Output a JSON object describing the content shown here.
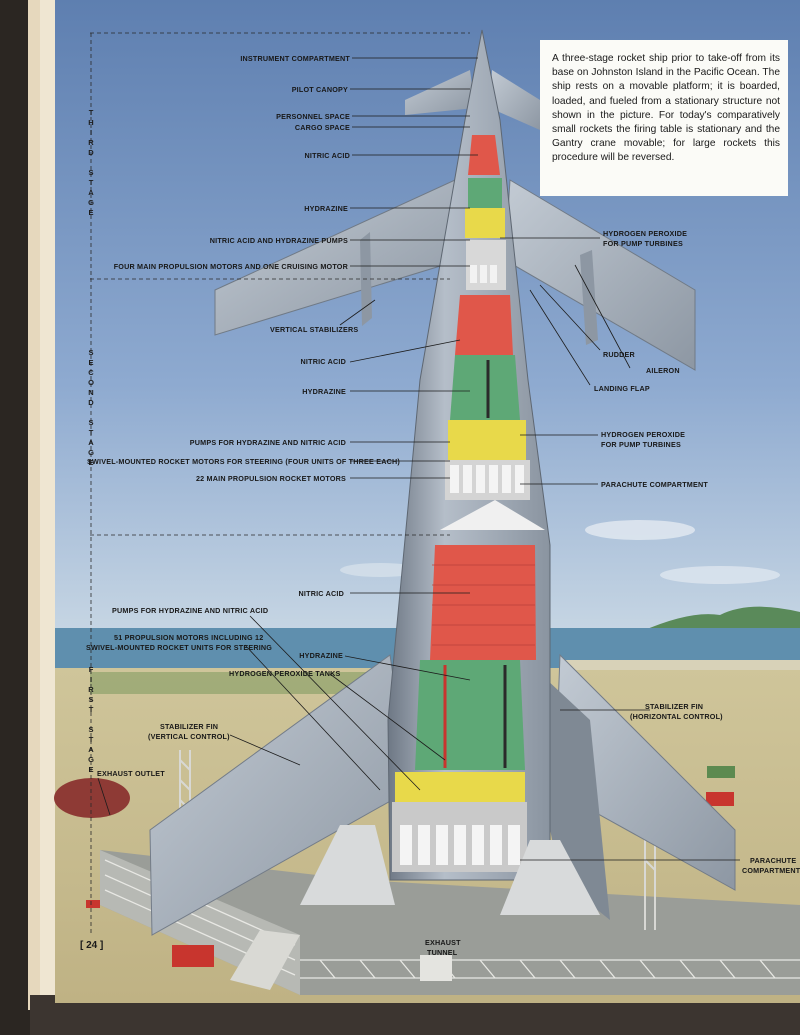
{
  "caption": "A three-stage rocket ship prior to take-off from its base on Johnston Island in the Pacific Ocean. The ship rests on a movable platform; it is boarded, loaded, and fueled from a stationary structure not shown in the picture. For today's comparatively small rockets the firing table is stationary and the Gantry crane movable; for large rockets this procedure will be reversed.",
  "page_number": "[ 24 ]",
  "stages": {
    "third": "THIRD STAGE",
    "second": "SECOND STAGE",
    "first": "FIRST STAGE"
  },
  "labels": {
    "instrument_compartment": "INSTRUMENT COMPARTMENT",
    "pilot_canopy": "PILOT CANOPY",
    "personnel_space": "PERSONNEL SPACE",
    "cargo_space": "CARGO SPACE",
    "nitric_acid_3": "NITRIC ACID",
    "hydrazine_3": "HYDRAZINE",
    "pumps_3": "NITRIC ACID AND HYDRAZINE PUMPS",
    "main_motors_3": "FOUR MAIN PROPULSION MOTORS AND ONE CRUISING MOTOR",
    "vertical_stabilizers": "VERTICAL STABILIZERS",
    "hydrogen_peroxide_3a": "HYDROGEN PEROXIDE",
    "hydrogen_peroxide_3b": "FOR PUMP TURBINES",
    "rudder": "RUDDER",
    "aileron": "AILERON",
    "landing_flap": "LANDING FLAP",
    "nitric_acid_2": "NITRIC ACID",
    "hydrazine_2": "HYDRAZINE",
    "pumps_2": "PUMPS FOR HYDRAZINE AND NITRIC ACID",
    "swivel_2": "SWIVEL-MOUNTED ROCKET MOTORS FOR STEERING (FOUR UNITS OF THREE EACH)",
    "main_motors_2": "22 MAIN PROPULSION ROCKET MOTORS",
    "hydrogen_peroxide_2a": "HYDROGEN PEROXIDE",
    "hydrogen_peroxide_2b": "FOR PUMP TURBINES",
    "parachute_2": "PARACHUTE COMPARTMENT",
    "nitric_acid_1": "NITRIC ACID",
    "pumps_1": "PUMPS FOR HYDRAZINE AND NITRIC ACID",
    "motors_1a": "51 PROPULSION MOTORS INCLUDING 12",
    "motors_1b": "SWIVEL-MOUNTED ROCKET UNITS FOR STEERING",
    "hydrazine_1": "HYDRAZINE",
    "hp_tanks_1": "HYDROGEN PEROXIDE TANKS",
    "stab_fin_v_a": "STABILIZER FIN",
    "stab_fin_v_b": "(VERTICAL CONTROL)",
    "stab_fin_h_a": "STABILIZER FIN",
    "stab_fin_h_b": "(HORIZONTAL CONTROL)",
    "exhaust_outlet": "EXHAUST OUTLET",
    "exhaust_tunnel_a": "EXHAUST",
    "exhaust_tunnel_b": "TUNNEL",
    "parachute_1a": "PARACHUTE",
    "parachute_1b": "COMPARTMENT"
  },
  "colors": {
    "sky": "#7f9ec6",
    "sea": "#5f8fae",
    "ground": "#c9bf92",
    "hull": "#a9b2bd",
    "nitric_acid": "#e0574a",
    "hydrazine": "#5ea876",
    "machinery": "#e8d94a"
  }
}
